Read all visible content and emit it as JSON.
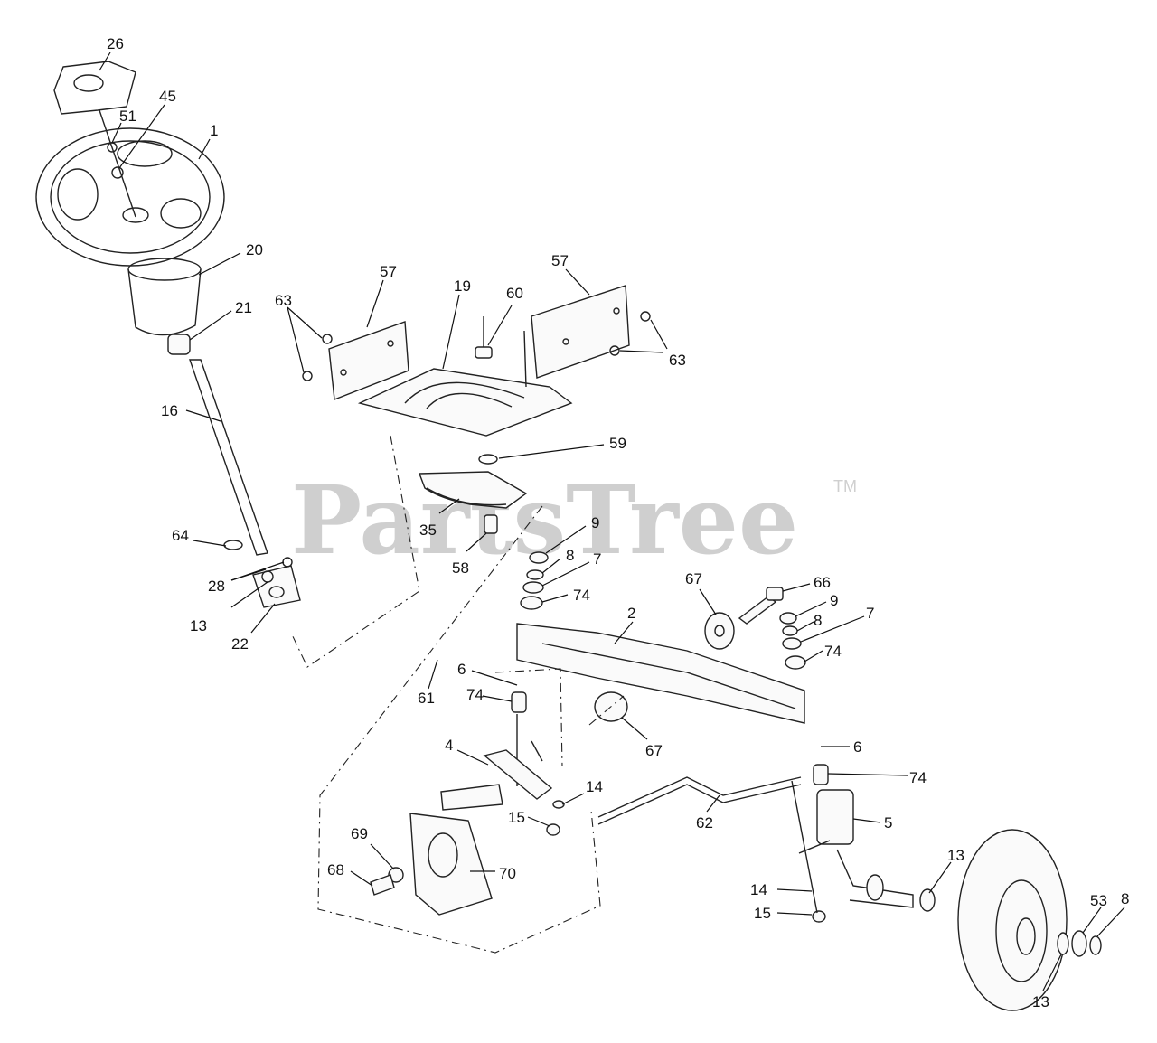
{
  "watermark": {
    "text": "PartsTree",
    "trademark": "TM"
  },
  "callouts": [
    "26",
    "45",
    "51",
    "1",
    "20",
    "21",
    "16",
    "64",
    "28",
    "13",
    "22",
    "57",
    "63",
    "19",
    "60",
    "57",
    "63",
    "59",
    "35",
    "58",
    "9",
    "8",
    "7",
    "74",
    "67",
    "66",
    "2",
    "9",
    "8",
    "7",
    "74",
    "6",
    "74",
    "61",
    "4",
    "67",
    "6",
    "74",
    "14",
    "15",
    "62",
    "5",
    "69",
    "68",
    "70",
    "13",
    "14",
    "15",
    "53",
    "8",
    "13"
  ]
}
